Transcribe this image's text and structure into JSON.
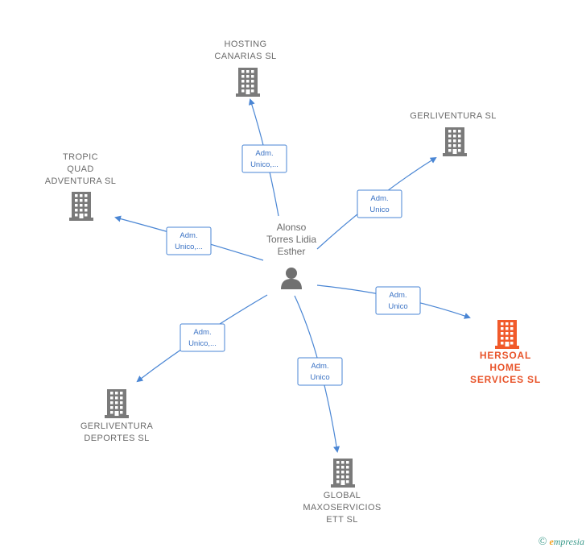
{
  "colors": {
    "edge": "#4a86d4",
    "company": "#7a7a7a",
    "highlight": "#f15a2b",
    "person": "#707070"
  },
  "person": {
    "name": "Alonso\nTorres Lidia\nEsther",
    "icon": "person-icon"
  },
  "companies": [
    {
      "id": "hosting",
      "name": "HOSTING\nCANARIAS  SL",
      "icon": "building-icon"
    },
    {
      "id": "gerliventura",
      "name": "GERLIVENTURA SL",
      "icon": "building-icon"
    },
    {
      "id": "tropic",
      "name": "TROPIC\nQUAD\nADVENTURA SL",
      "icon": "building-icon"
    },
    {
      "id": "hersoal",
      "name": "HERSOAL\nHOME\nSERVICES  SL",
      "icon": "building-icon",
      "highlight": true
    },
    {
      "id": "deportes",
      "name": "GERLIVENTURA\nDEPORTES  SL",
      "icon": "building-icon"
    },
    {
      "id": "global",
      "name": "GLOBAL\nMAXOSERVICIOS\nETT SL",
      "icon": "building-icon"
    }
  ],
  "relations": [
    {
      "to": "hosting",
      "label": [
        "Adm.",
        "Unico,..."
      ]
    },
    {
      "to": "gerliventura",
      "label": [
        "Adm.",
        "Unico"
      ]
    },
    {
      "to": "tropic",
      "label": [
        "Adm.",
        "Unico,..."
      ]
    },
    {
      "to": "hersoal",
      "label": [
        "Adm.",
        "Unico"
      ]
    },
    {
      "to": "deportes",
      "label": [
        "Adm.",
        "Unico,..."
      ]
    },
    {
      "to": "global",
      "label": [
        "Adm.",
        "Unico"
      ]
    }
  ],
  "footer": {
    "copyright": "©",
    "brand_initial": "e",
    "brand_rest": "mpresia"
  }
}
